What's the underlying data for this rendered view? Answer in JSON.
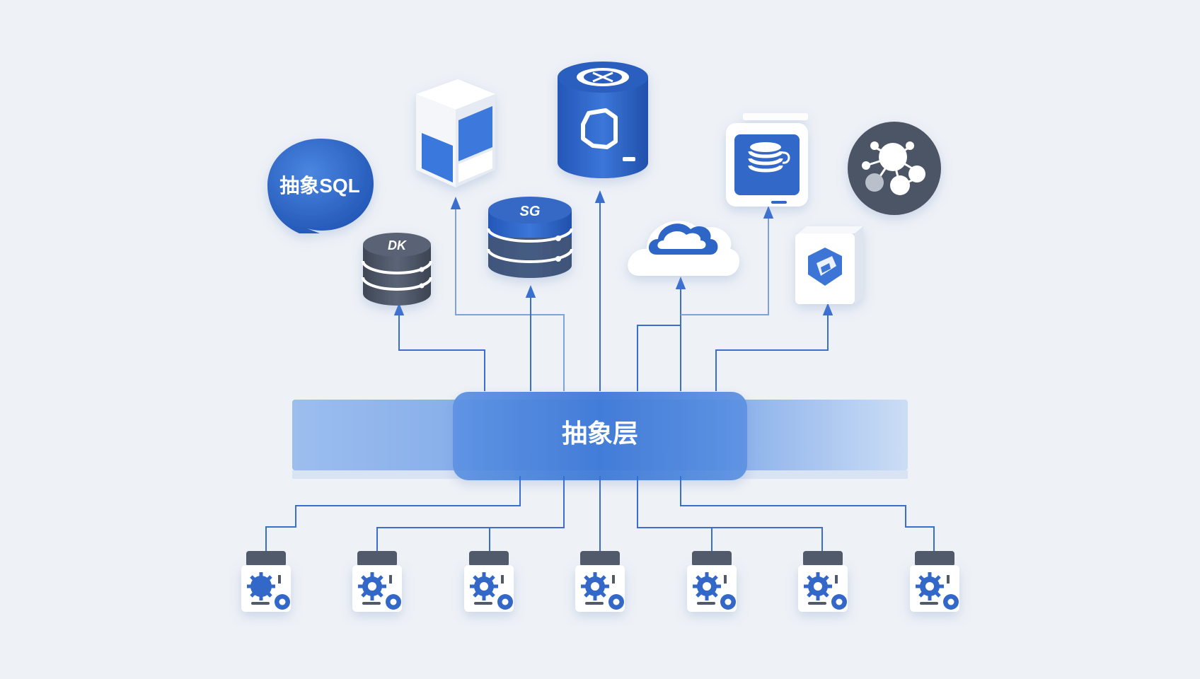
{
  "layer": {
    "label": "抽象层"
  },
  "sources": [
    {
      "id": "sql-bubble",
      "icon": "sql-speech-bubble-icon",
      "label": "抽象SQL"
    },
    {
      "id": "white-cube",
      "icon": "white-blue-cube-icon",
      "label": ""
    },
    {
      "id": "dk-db",
      "icon": "dark-database-stack-icon",
      "label": "DK"
    },
    {
      "id": "sg-db",
      "icon": "blue-database-stack-icon",
      "label": "SG"
    },
    {
      "id": "main-cyl",
      "icon": "large-cylinder-icon",
      "label": ""
    },
    {
      "id": "cloud",
      "icon": "cloud-icon",
      "label": ""
    },
    {
      "id": "app-db",
      "icon": "app-window-database-icon",
      "label": ""
    },
    {
      "id": "graph",
      "icon": "graph-network-icon",
      "label": ""
    },
    {
      "id": "shield-cube",
      "icon": "shield-cube-icon",
      "label": ""
    }
  ],
  "services": [
    {
      "icon": "service-gear-chip-icon"
    },
    {
      "icon": "service-gear-chip-icon"
    },
    {
      "icon": "service-gear-chip-icon"
    },
    {
      "icon": "service-gear-chip-icon"
    },
    {
      "icon": "service-gear-chip-icon"
    },
    {
      "icon": "service-gear-chip-icon"
    },
    {
      "icon": "service-gear-chip-icon"
    }
  ],
  "colors": {
    "background": "#eef1f6",
    "accent": "#2f66c8",
    "line": "#3a6fcf",
    "dark": "#4d5666",
    "layer": "#4a84dd"
  }
}
